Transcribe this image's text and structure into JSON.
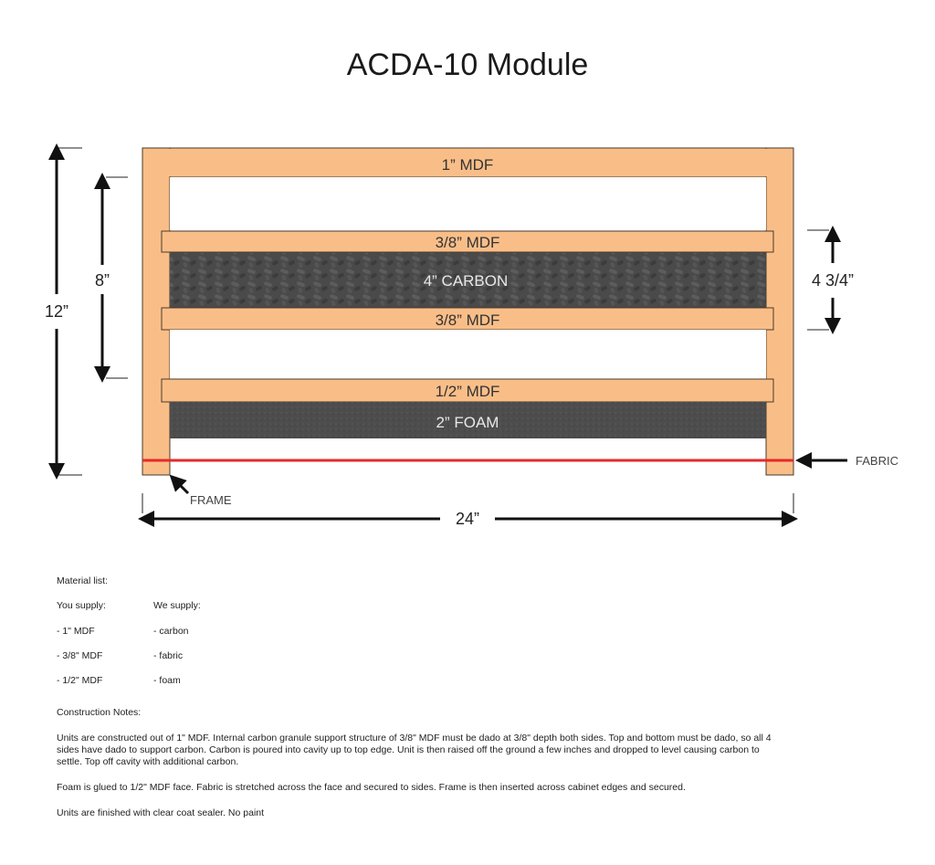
{
  "title": "ACDA-10 Module",
  "diagram": {
    "top_board": "1” MDF",
    "shelf_upper": "3/8” MDF",
    "carbon": "4” CARBON",
    "shelf_lower": "3/8” MDF",
    "shelf_half": "1/2” MDF",
    "foam": "2” FOAM",
    "dim_height_total": "12”",
    "dim_height_inner": "8”",
    "dim_carbon_section": "4 3/4”",
    "dim_width": "24”",
    "callout_fabric": "FABRIC",
    "callout_frame": "FRAME",
    "colors": {
      "mdf": "#f9be88",
      "mdf_stroke": "#4a3a2a",
      "carbon": "#4a4a4a",
      "foam": "#4d4d4d",
      "fabric_line": "#e8282a"
    }
  },
  "materials": {
    "heading": "Material list:",
    "you_supply_label": "You supply:",
    "we_supply_label": "We supply:",
    "you_supply": [
      "- 1\" MDF",
      "- 3/8\" MDF",
      "- 1/2\" MDF"
    ],
    "we_supply": [
      "- carbon",
      "- fabric",
      "- foam"
    ]
  },
  "construction": {
    "heading": "Construction Notes:",
    "para1": "Units are constructed out of 1\" MDF. Internal carbon granule support structure of 3/8\" MDF must be dado at 3/8\" depth both sides. Top and bottom must be dado, so all 4 sides have dado to support carbon. Carbon is poured into cavity up to top edge. Unit is then raised off the ground a few inches and dropped to level causing carbon to settle. Top off cavity with additional carbon.",
    "para2": "Foam is glued to 1/2\" MDF face. Fabric is stretched across the face and secured to sides. Frame is then inserted across cabinet edges and secured.",
    "para3": "Units are finished with clear coat sealer. No paint"
  }
}
